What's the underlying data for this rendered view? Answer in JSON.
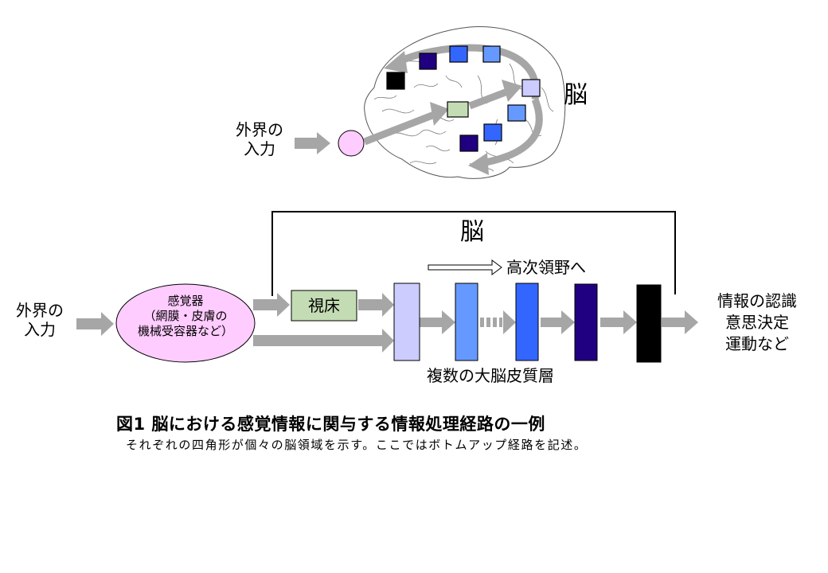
{
  "top_diagram": {
    "input_label_lines": [
      "外界の",
      "入力"
    ],
    "brain_label": "脳",
    "input_node_color": "#ffccff",
    "regions": [
      {
        "name": "prefrontal-black",
        "color": "#000000"
      },
      {
        "name": "frontal-navy",
        "color": "#200080"
      },
      {
        "name": "parietal-blue",
        "color": "#3366ff"
      },
      {
        "name": "parietal-lightblue",
        "color": "#6699ff"
      },
      {
        "name": "occipital-lavender",
        "color": "#ccccff"
      },
      {
        "name": "thalamus-green",
        "color": "#c4dcb4"
      },
      {
        "name": "temporal-lightblue",
        "color": "#6699ff"
      },
      {
        "name": "temporal-blue",
        "color": "#3366ff"
      },
      {
        "name": "temporal-navy",
        "color": "#200080"
      }
    ]
  },
  "bottom_diagram": {
    "input_label_lines": [
      "外界の",
      "入力"
    ],
    "sensor": {
      "lines": [
        "感覚器",
        "（網膜・皮膚の",
        "機械受容器など）"
      ],
      "color": "#ffccff"
    },
    "thalamus": {
      "label": "視床",
      "color": "#c4dcb4"
    },
    "brain_label": "脳",
    "higher_areas_label": "高次領野へ",
    "cortex_label": "複数の大脳皮質層",
    "layers": [
      {
        "name": "layer-1",
        "color": "#ccccff"
      },
      {
        "name": "layer-2",
        "color": "#6699ff"
      },
      {
        "name": "layer-3",
        "color": "#3366ff"
      },
      {
        "name": "layer-4",
        "color": "#200080"
      },
      {
        "name": "layer-5",
        "color": "#000000"
      }
    ],
    "output_label_lines": [
      "情報の認識",
      "意思決定",
      "運動など"
    ],
    "arrow_color": "#a6a6a6"
  },
  "caption": {
    "title": "図1  脳における感覚情報に関与する情報処理経路の一例",
    "subtitle": "それぞれの四角形が個々の脳領域を示す。ここではボトムアップ経路を記述。"
  }
}
